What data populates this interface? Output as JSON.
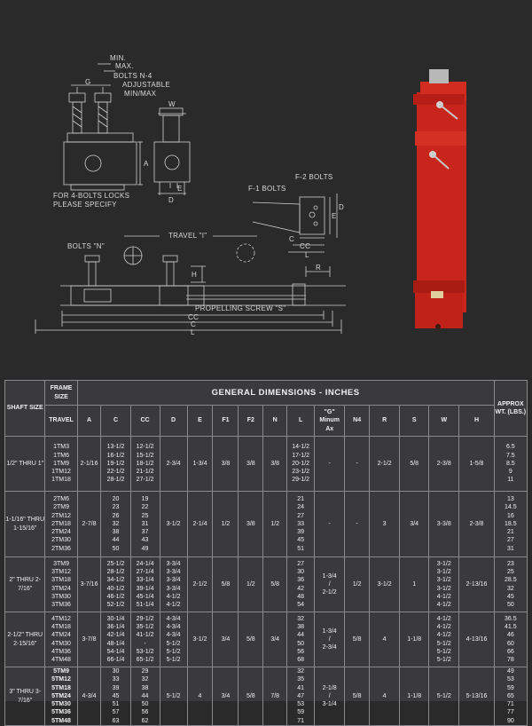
{
  "drawing": {
    "labels": {
      "min": "MIN.",
      "max": "MAX.",
      "g": "G",
      "bolts_n4": "BOLTS N-4",
      "adjustable": "ADJUSTABLE",
      "min_max": "MIN/MAX",
      "w": "W",
      "a": "A",
      "e": "E",
      "d": "D",
      "note1": "FOR 4-BOLTS LOCKS",
      "note2": "PLEASE SPECIFY",
      "f1_bolts": "F-1 BOLTS",
      "f2_bolts": "F-2 BOLTS",
      "e2": "E",
      "d2": "D",
      "c_cc": "C",
      "cc": "CC",
      "l": "L",
      "bolts_n": "BOLTS \"N\"",
      "travel": "TRAVEL \"I\"",
      "h": "H",
      "r": "R",
      "propelling": "PROPELLING SCREW \"S\"",
      "cc2": "CC",
      "c2": "C",
      "l2": "L"
    }
  },
  "product": {
    "color": "#c8251c"
  },
  "table": {
    "header": {
      "shaft_size": "SHAFT SIZE",
      "frame_size": "FRAME SIZE",
      "general": "GENERAL DIMENSIONS - INCHES",
      "approx": "APPROX WT. (LBS.)",
      "travel": "TRAVEL",
      "cols": [
        "A",
        "C",
        "CC",
        "D",
        "E",
        "F1",
        "F2",
        "N",
        "L",
        "\"G\" Minum Ax",
        "N4",
        "R",
        "S",
        "W",
        "H"
      ]
    },
    "groups": [
      {
        "shaft": "1/2\" THRU 1\"",
        "frames": "1TM3\n1TM6\n1TM9\n1TM12\n1TM18",
        "a": "2-1/16",
        "c": "13-1/2\n16-1/2\n19-1/2\n22-1/2\n28-1/2",
        "cc": "12-1/2\n15-1/2\n18-1/2\n21-1/2\n27-1/2",
        "d": "2-3/4",
        "e": "1-3/4",
        "f1": "3/8",
        "f2": "3/8",
        "n": "3/8",
        "l": "14-1/2\n17-1/2\n20-1/2\n23-1/2\n29-1/2",
        "g": "-",
        "n4": "-",
        "r": "2-1/2",
        "s": "5/8",
        "w": "2-3/8",
        "h": "1-5/8",
        "wt": "6.5\n7.5\n8.5\n9\n11"
      },
      {
        "shaft": "1-1/16\" THRU 1-15/16\"",
        "frames": "2TM6\n2TM9\n2TM12\n2TM18\n2TM24\n2TM30\n2TM36",
        "a": "2-7/8",
        "c": "20\n23\n26\n32\n38\n44\n50",
        "cc": "19\n22\n25\n31\n37\n43\n49",
        "d": "3-1/2",
        "e": "2-1/4",
        "f1": "1/2",
        "f2": "3/8",
        "n": "1/2",
        "l": "21\n24\n27\n33\n39\n45\n51",
        "g": "-",
        "n4": "-",
        "r": "3",
        "s": "3/4",
        "w": "3-3/8",
        "h": "2-3/8",
        "wt": "13\n14.5\n16\n18.5\n21\n27\n31"
      },
      {
        "shaft": "2\" THRU 2-7/16\"",
        "frames": "3TM9\n3TM12\n3TM18\n3TM24\n3TM30\n3TM36",
        "a": "3-7/16",
        "c": "25-1/2\n28-1/2\n34-1/2\n40-1/2\n46-1/2\n52-1/2",
        "cc": "24-1/4\n27-1/4\n33-1/4\n39-1/4\n45-1/4\n51-1/4",
        "d": "3-3/4\n3-3/4\n3-3/4\n3-3/4\n4-1/2\n4-1/2",
        "e": "2-1/2",
        "f1": "5/8",
        "f2": "1/2",
        "n": "5/8",
        "l": "27\n30\n36\n42\n48\n54",
        "g": "1-3/4\n/\n2-1/2",
        "n4": "1/2",
        "r": "3-1/2",
        "s": "1",
        "w": "3-1/2\n3-1/2\n3-1/2\n3-1/2\n4-1/2\n4-1/2",
        "h": "2-13/16",
        "wt": "23\n25\n28.5\n32\n45\n50"
      },
      {
        "shaft": "2-1/2\" THRU 2-15/16\"",
        "frames": "4TM12\n4TM18\n4TM24\n4TM30\n4TM36\n4TM48",
        "a": "3-7/8",
        "c": "30-1/4\n36-1/4\n42-1/4\n48-1/4\n54-1/4\n66-1/4",
        "cc": "29-1/2\n35-1/2\n41-1/2\n-\n53-1/2\n65-1/2",
        "d": "4-3/4\n4-3/4\n4-3/4\n5-1/2\n5-1/2\n5-1/2",
        "e": "3-1/2",
        "f1": "3/4",
        "f2": "5/8",
        "n": "3/4",
        "l": "32\n38\n44\n50\n56\n68",
        "g": "1-3/4\n/\n2-3/4",
        "n4": "5/8",
        "r": "4",
        "s": "1-1/8",
        "w": "4-1/2\n4-1/2\n4-1/2\n5-1/2\n5-1/2\n5-1/2",
        "h": "4-13/16",
        "wt": "36.5\n41.5\n46\n60\n66\n78"
      },
      {
        "shaft": "3\" THRU 3-7/16\"",
        "frames": "5TM9\n5TM12\n5TM18\n5TM24\n5TM30\n5TM36\n5TM48",
        "a": "4-3/4",
        "c": "30\n33\n39\n45\n51\n57\n63",
        "cc": "29\n32\n38\n44\n50\n56\n62",
        "d": "5-1/2",
        "e": "4",
        "f1": "3/4",
        "f2": "5/8",
        "n": "7/8",
        "l": "32\n35\n41\n47\n53\n59\n71",
        "g": "2-1/8\n/\n3-1/4",
        "n4": "5/8",
        "r": "4",
        "s": "1-1/8",
        "w": "5-1/2",
        "h": "5-13/16",
        "wt": "49\n53\n59\n65\n71\n77\n90"
      }
    ]
  }
}
